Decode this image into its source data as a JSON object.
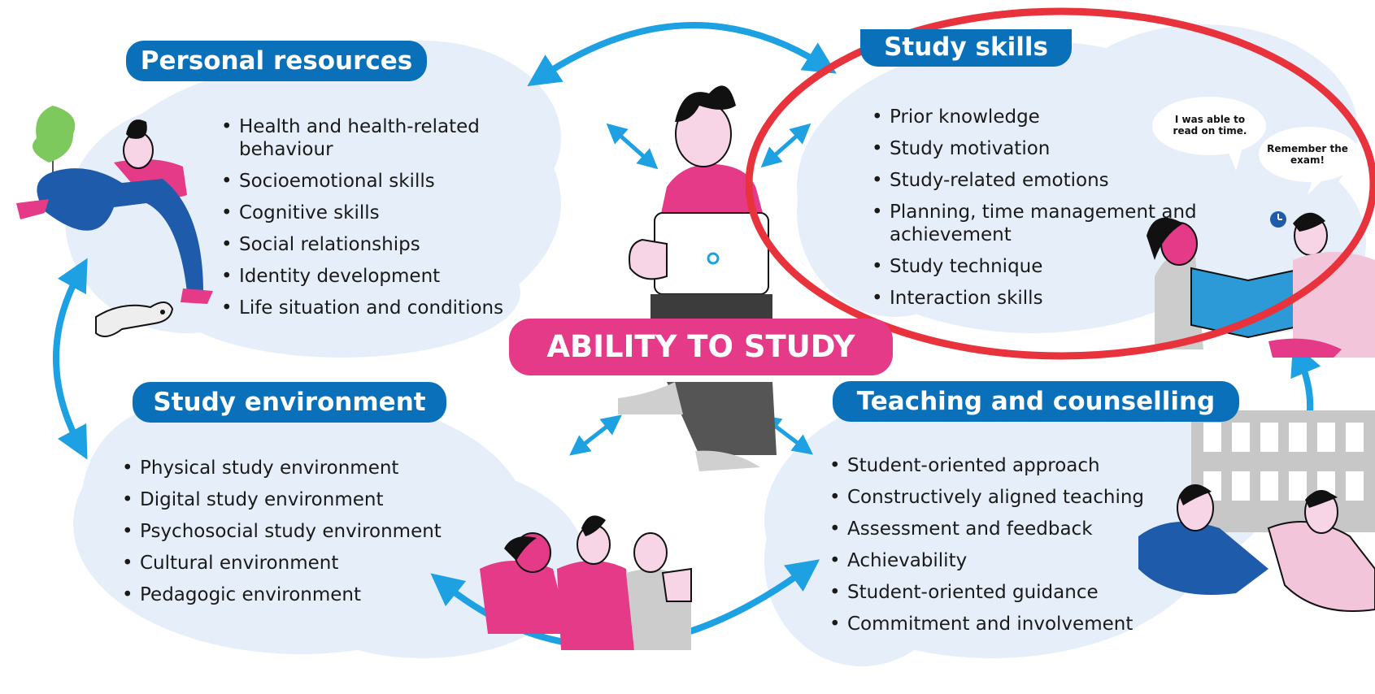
{
  "diagram": {
    "center_label": "ABILITY TO STUDY",
    "sections": [
      {
        "id": "personal",
        "title": "Personal resources",
        "items": [
          "Health and health-related behaviour",
          "Socioemotional skills",
          "Cognitive skills",
          "Social relationships",
          "Identity development",
          "Life situation and conditions"
        ]
      },
      {
        "id": "skills",
        "title": "Study skills",
        "items": [
          "Prior knowledge",
          "Study motivation",
          "Study-related emotions",
          "Planning, time management and achievement",
          "Study technique",
          "Interaction skills"
        ]
      },
      {
        "id": "environment",
        "title": "Study environment",
        "items": [
          "Physical study environment",
          "Digital study environment",
          "Psychosocial study environment",
          "Cultural environment",
          "Pedagogic environment"
        ]
      },
      {
        "id": "teaching",
        "title": "Teaching and counselling",
        "items": [
          "Student-oriented approach",
          "Constructively aligned teaching",
          "Assessment and feedback",
          "Achievability",
          "Student-oriented guidance",
          "Commitment and involvement"
        ]
      }
    ],
    "speech_bubbles": [
      "I was able to read on time.",
      "Remember the exam!"
    ],
    "colors": {
      "title_blue": "#0a70b9",
      "ability_pink": "#e43a88",
      "cloud": "#e6eff9",
      "arrow": "#1da1e2",
      "highlight_ring": "#e8323c"
    },
    "icons": [
      "arrow-icon",
      "clock-icon",
      "leaf-icon",
      "dog-icon",
      "building-icon",
      "person-illustration"
    ]
  }
}
